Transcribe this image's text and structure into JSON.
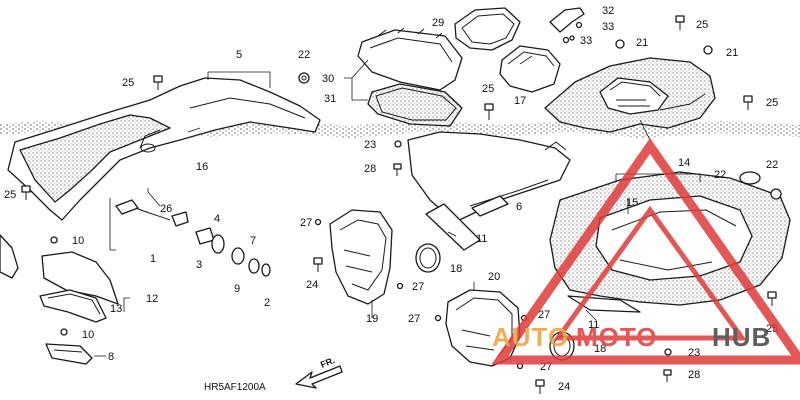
{
  "diagram_code": "HR5AF1200A",
  "direction_label": "FR.",
  "watermark": {
    "brand_left": "AUTO",
    "brand_mid": "MOTO",
    "brand_right": "HUB",
    "color_main": "#e03a3a",
    "color_accent": "#e9a23b",
    "color_dark": "#444444"
  },
  "callouts": {
    "c1": "1",
    "c2": "2",
    "c3": "3",
    "c4": "4",
    "c5": "5",
    "c6": "6",
    "c7": "7",
    "c8": "8",
    "c9": "9",
    "c10a": "10",
    "c10b": "10",
    "c11a": "11",
    "c11b": "11",
    "c12": "12",
    "c13": "13",
    "c14": "14",
    "c15": "15",
    "c16": "16",
    "c17": "17",
    "c18a": "18",
    "c18b": "18",
    "c19": "19",
    "c20": "20",
    "c21a": "21",
    "c21b": "21",
    "c22a": "22",
    "c22b": "22",
    "c22c": "22",
    "c23a": "23",
    "c23b": "23",
    "c24a": "24",
    "c24b": "24",
    "c25a": "25",
    "c25b": "25",
    "c25c": "25",
    "c25d": "25",
    "c25e": "25",
    "c25f": "25",
    "c26": "26",
    "c27a": "27",
    "c27b": "27",
    "c27c": "27",
    "c27d": "27",
    "c27e": "27",
    "c28a": "28",
    "c28b": "28",
    "c29": "29",
    "c30": "30",
    "c31": "31",
    "c32": "32",
    "c33a": "33",
    "c33b": "33"
  }
}
